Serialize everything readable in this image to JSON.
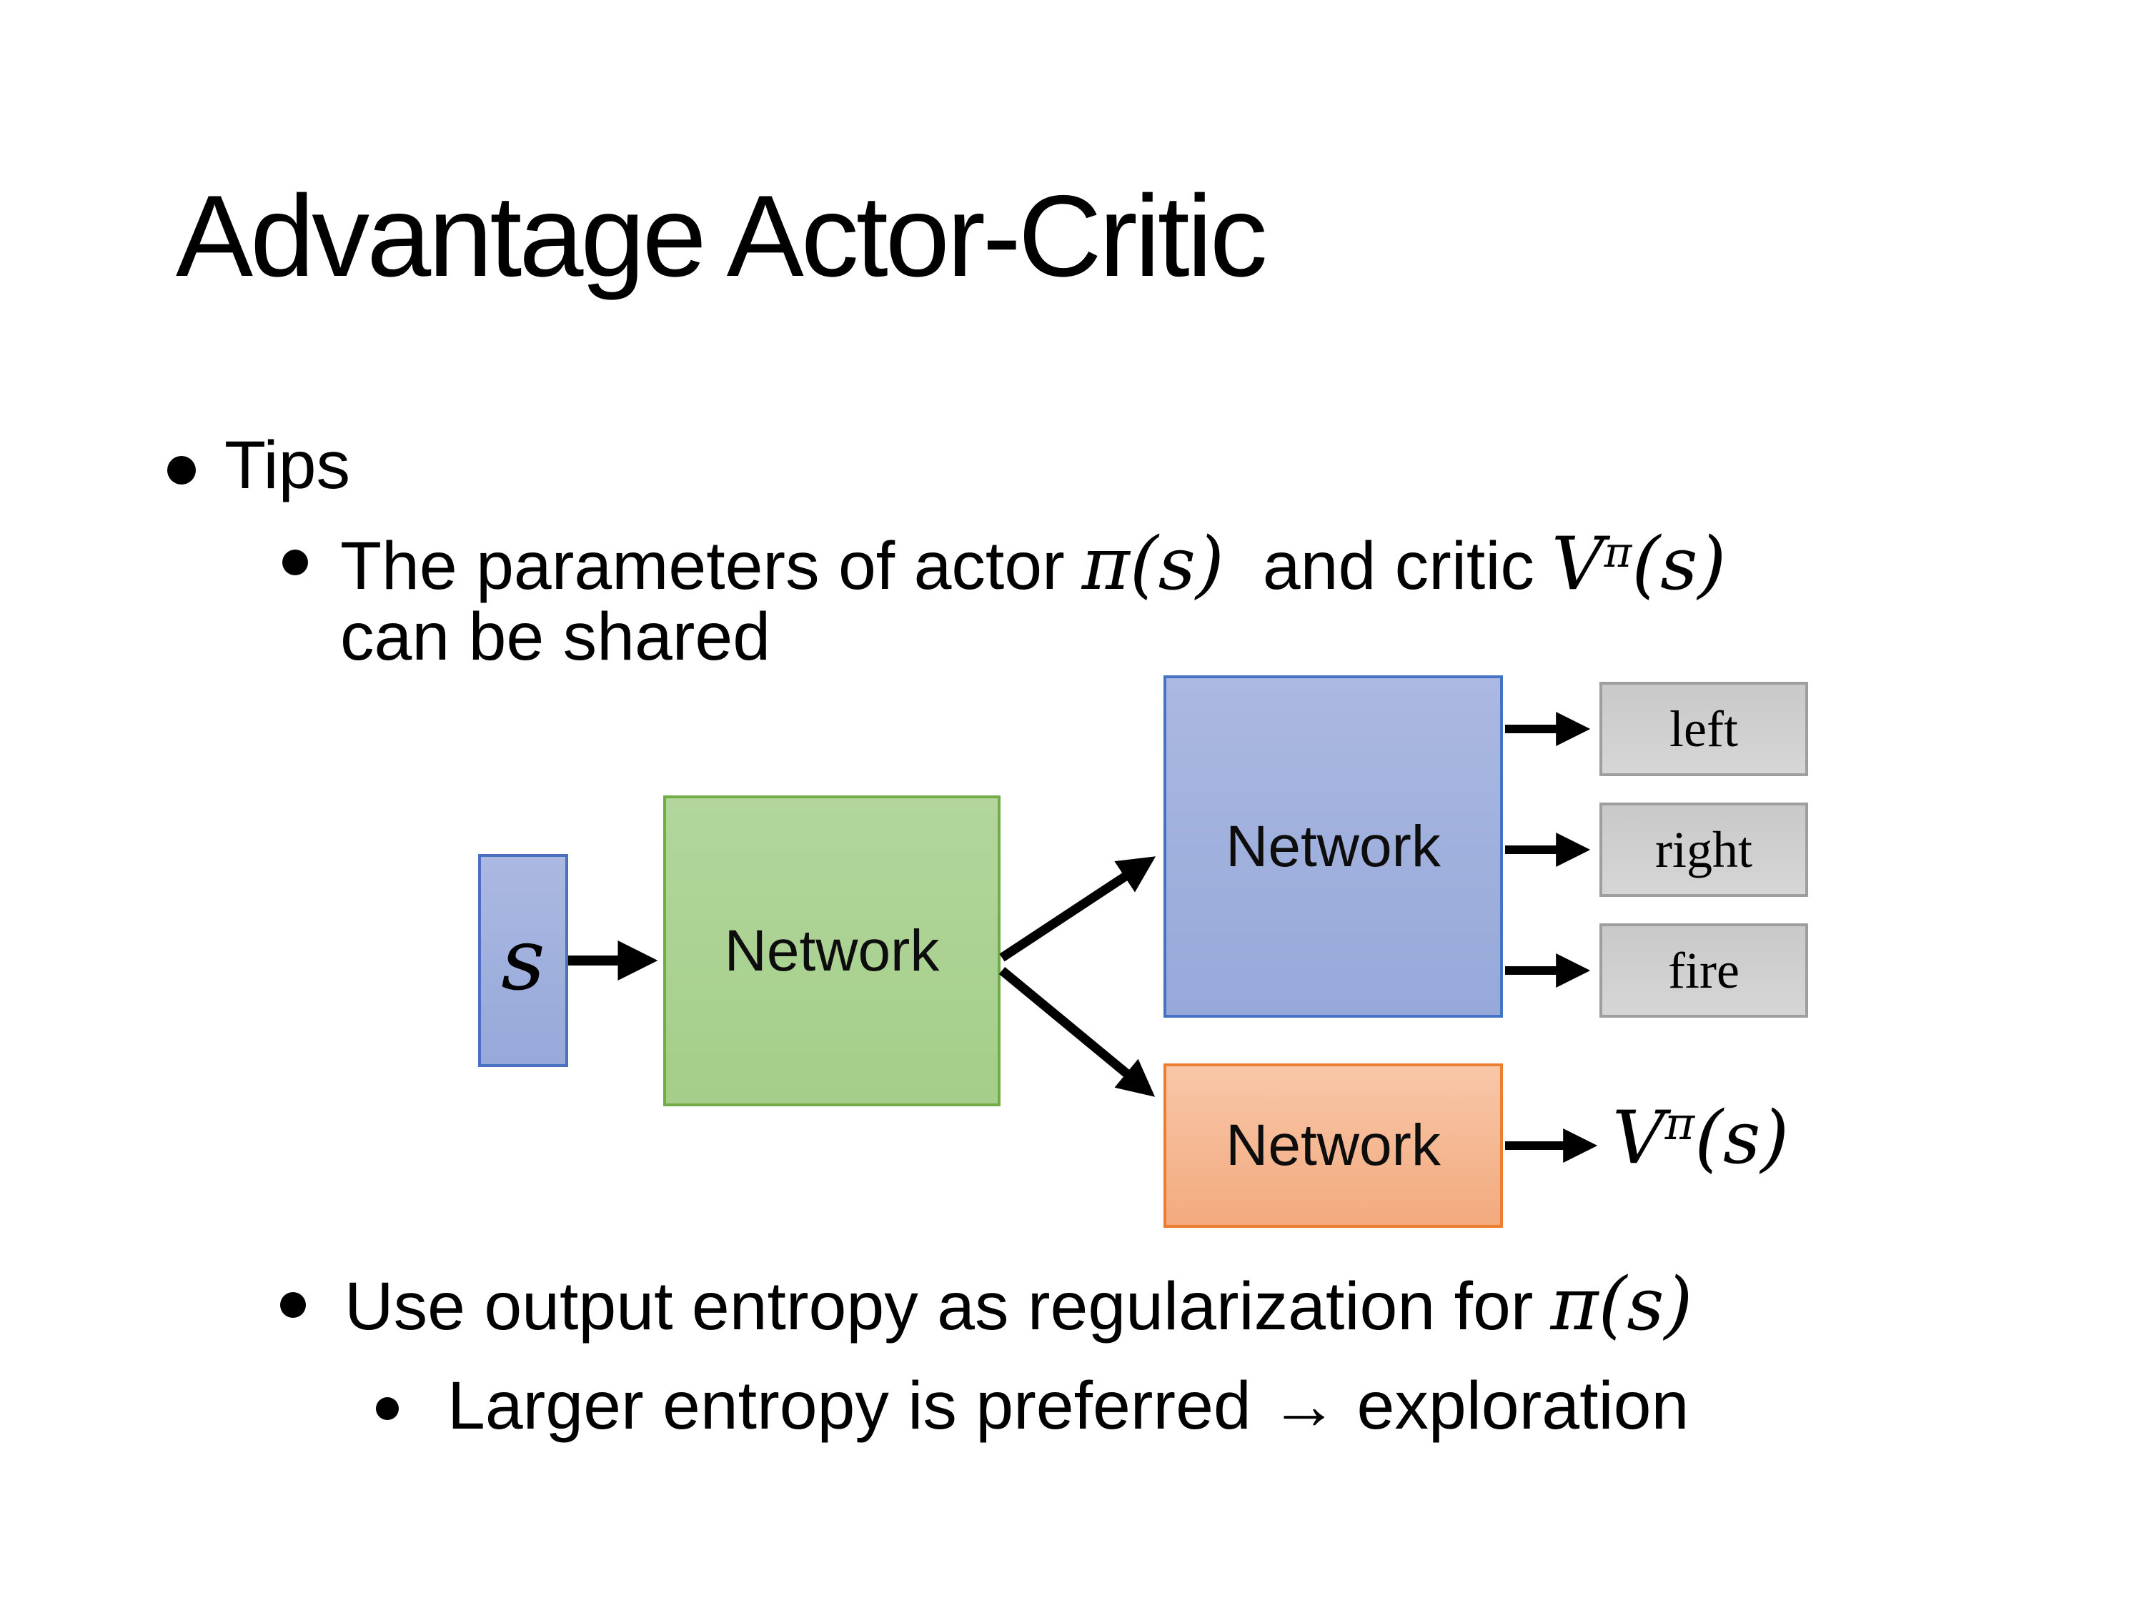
{
  "slide": {
    "title": "Advantage Actor-Critic",
    "bullets": {
      "tips": "Tips",
      "shared_prefix": "The parameters of actor",
      "actor_math": "π(s)",
      "shared_mid": "and critic",
      "critic_base": "V",
      "critic_sup": "π",
      "critic_arg": "(s)",
      "shared_line2": "can be shared",
      "entropy_prefix": "Use output entropy as regularization for",
      "entropy_math": "π(s)",
      "exploration": "Larger entropy is preferred → exploration"
    },
    "diagram": {
      "state_label": "s",
      "shared_network_label": "Network",
      "actor_network_label": "Network",
      "critic_network_label": "Network",
      "action_labels": [
        "left",
        "right",
        "fire"
      ],
      "value_base": "V",
      "value_sup": "π",
      "value_arg": "(s)"
    },
    "colors": {
      "blue_fill": "#9fb0dd",
      "blue_border": "#4472c4",
      "green_fill": "#a9d18e",
      "green_border": "#71ac49",
      "orange_fill": "#f4b183",
      "orange_border": "#ed7d31",
      "gray_fill": "#cfcfcf",
      "gray_border": "#9e9e9e",
      "arrow": "#000000",
      "text": "#000000"
    }
  }
}
